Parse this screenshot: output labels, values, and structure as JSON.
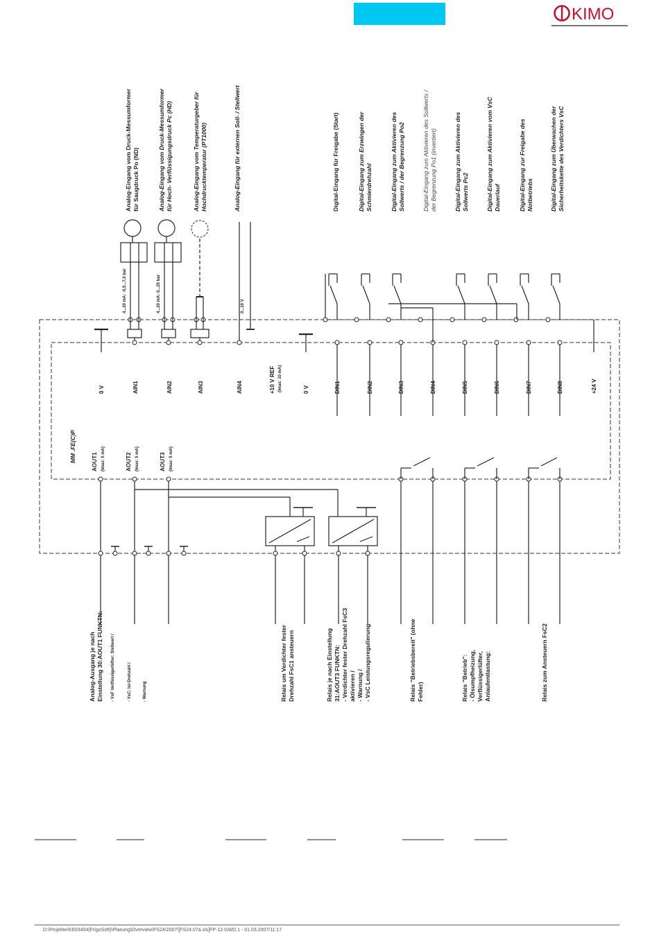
{
  "header": {
    "brand": "KIMO",
    "accent_color": "#00c8f0",
    "brand_color": "#c8102e"
  },
  "device": {
    "model": "MM   .FE(C)P",
    "pins_right": [
      "0 V",
      "AIN1",
      "AIN2",
      "AIN3",
      "AIN4",
      "+10 V REF",
      "0 V",
      "DIN1",
      "DIN2",
      "DIN3",
      "DIN4",
      "DIN5",
      "DIN6",
      "DIN7",
      "DIN8",
      "+24 V"
    ],
    "ref_current": "(Imax: 10 mA)",
    "outputs": [
      "AOUT1",
      "AOUT2",
      "AOUT3"
    ],
    "output_current": "(Imax: 5 mA)"
  },
  "sensors": {
    "ain1_range": "4...20 mA: -0,5...7,0 bar",
    "ain2_range": "4...20 mA: 0...25 bar",
    "ain4_range": "0...10 V"
  },
  "descriptions_top": [
    {
      "lines": [
        "Analog-Eingang vom Druck-Messumformer",
        "für Saugdruck Po (ND)"
      ]
    },
    {
      "lines": [
        "Analog-Eingang vom Druck-Messumformer",
        "für Hoch- Verflüssigungsdruck Pc (HD)"
      ]
    },
    {
      "lines": [
        "Analog-Eingang vom Temperaturgeber für",
        "Hochdrucktemperatur (PT1000)"
      ]
    },
    {
      "lines": [
        "Analog-Eingang für externen Soll- / Stellwert"
      ]
    },
    {
      "lines": [
        "Digital-Eingang für Freigabe (Start)"
      ]
    },
    {
      "lines": [
        "Digital-Eingang zum Erzwingen der",
        "Schmierdrehzahl"
      ]
    },
    {
      "lines": [
        "Digital-Eingang zum Aktivieren des",
        "Sollwerts / der Begrenzung Po2"
      ]
    },
    {
      "lines": [
        "Digital-Eingang zum Aktivieren des Sollwerts /",
        "der Begrenzung Po1 (invertiert)"
      ]
    },
    {
      "lines": [
        "Digital-Eingang zum Aktivieren des",
        "Sollwerts Pc2"
      ]
    },
    {
      "lines": [
        "Digital-Eingang zum Aktivieren vom VsC",
        "Dauerlauf"
      ]
    },
    {
      "lines": [
        "Digital-Eingang zur Freigabe des",
        "Notbetriebs"
      ]
    },
    {
      "lines": [
        "Digital-Eingang zum Überwachen der",
        "Sicherheitskette des Verdichters VsC"
      ]
    }
  ],
  "descriptions_bottom": [
    {
      "lines": [
        "Analog-Ausgang je nach",
        "Einstellung 30:AOUT1 FUNKTN:",
        "-  VsF Verflüssigerlüfter: Stellwert /",
        "-  VsC: Ist-Drehzahl /",
        "-  Warnung"
      ]
    },
    {
      "lines": [
        "Relais um Verdichter fester",
        "Drehzahl FsC1 ansteuern"
      ]
    },
    {
      "lines": [
        "Relais je nach Einstellung",
        "31:AOUT3 FUNKTN:",
        "-  Verdichter fester Drehzahl FsC3",
        "    aktivieren /",
        "  - Warnung /",
        "  - VsC Leistungsregulierung"
      ]
    },
    {
      "lines": [
        "Relais \"Betriebsbereit\" (ohne",
        "Fehler)"
      ]
    },
    {
      "lines": [
        "Relais \"Betrieb\":",
        "-  Ölsumpfheizung,",
        "    Verflüssigerlüfter,",
        "    Anlaufentlastung:"
      ]
    },
    {
      "lines": [
        "Relais zum Ansteuern FsC2"
      ]
    }
  ],
  "footer": {
    "path": "D:\\Projekte\\KE03404(FrigoSoft)\\Planung\\Overview\\FS24\\2007\\[FS24.07a.xls]FP-12.GWD.1 - 01.03.2007/11:17"
  }
}
